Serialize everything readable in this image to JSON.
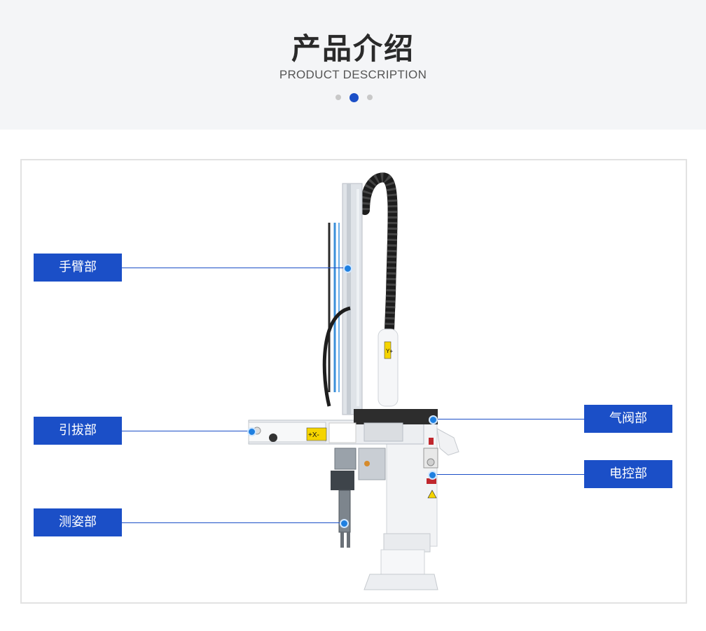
{
  "header": {
    "title": "产品介绍",
    "subtitle": "PRODUCT DESCRIPTION",
    "pager": {
      "count": 3,
      "active": 1
    }
  },
  "labels": {
    "arm": "手臂部",
    "pull": "引拔部",
    "posture": "测姿部",
    "valve": "气阀部",
    "control": "电控部"
  },
  "robot_markings": {
    "x_axis": "+X-",
    "y_axis": "Y+"
  },
  "colors": {
    "accent": "#1b4fc7",
    "pin": "#1e7fe0",
    "header_bg": "#f4f5f7"
  }
}
